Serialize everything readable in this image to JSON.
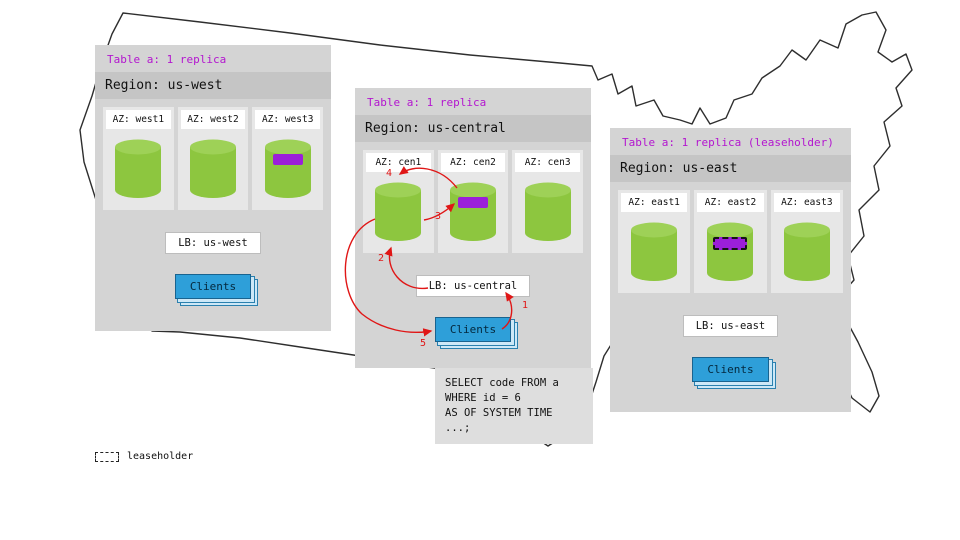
{
  "regions": [
    {
      "table_note": "Table a: 1 replica",
      "region_label": "Region: us-west",
      "azs": [
        {
          "label": "AZ: west1",
          "replica_marker": "none"
        },
        {
          "label": "AZ: west2",
          "replica_marker": "none"
        },
        {
          "label": "AZ: west3",
          "replica_marker": "replica"
        }
      ],
      "lb_label": "LB: us-west",
      "clients_label": "Clients"
    },
    {
      "table_note": "Table a: 1 replica",
      "region_label": "Region: us-central",
      "azs": [
        {
          "label": "AZ: cen1",
          "replica_marker": "none"
        },
        {
          "label": "AZ: cen2",
          "replica_marker": "replica"
        },
        {
          "label": "AZ: cen3",
          "replica_marker": "none"
        }
      ],
      "lb_label": "LB: us-central",
      "clients_label": "Clients"
    },
    {
      "table_note": "Table a: 1 replica (leaseholder)",
      "region_label": "Region: us-east",
      "azs": [
        {
          "label": "AZ: east1",
          "replica_marker": "none"
        },
        {
          "label": "AZ: east2",
          "replica_marker": "leaseholder"
        },
        {
          "label": "AZ: east3",
          "replica_marker": "none"
        }
      ],
      "lb_label": "LB: us-east",
      "clients_label": "Clients"
    }
  ],
  "flow_steps": [
    "1",
    "2",
    "3",
    "4",
    "5"
  ],
  "sql_query": {
    "lines": [
      "SELECT code FROM a",
      "WHERE id = 6",
      "AS OF SYSTEM TIME ...;"
    ]
  },
  "legend": {
    "leaseholder_label": "leaseholder"
  },
  "colors": {
    "cylinder_green": "#8dc63f",
    "cylinder_top_green": "#9ed157",
    "replica_purple": "#9b1fd9",
    "table_note_magenta": "#b316cf",
    "clients_blue": "#2e9fd9",
    "arrow_red": "#e01616",
    "panel_gray": "#d4d4d4"
  }
}
